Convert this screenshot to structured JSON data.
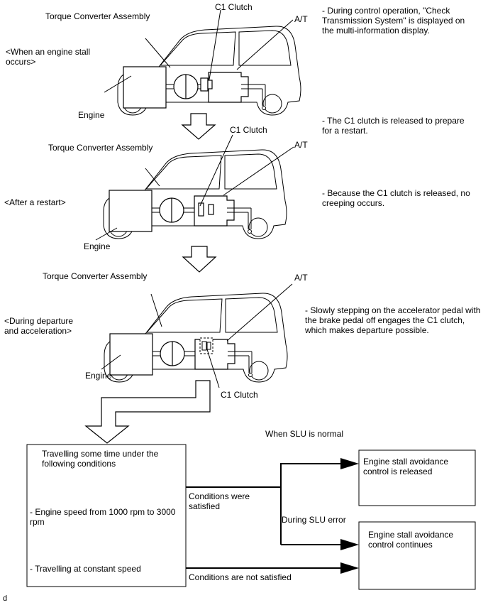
{
  "scene1": {
    "tc_label": "Torque Converter Assembly",
    "c1_label": "C1 Clutch",
    "at_label": "A/T",
    "state_label": "<When an engine stall occurs>",
    "engine_label": "Engine",
    "note": "- During control operation, \"Check Transmission System\" is displayed on the multi-information display."
  },
  "scene2": {
    "tc_label": "Torque Converter Assembly",
    "c1_label": "C1 Clutch",
    "at_label": "A/T",
    "state_label": "<After a restart>",
    "engine_label": "Engine",
    "note_top": "- The C1 clutch is released to prepare for a restart.",
    "note": "- Because the C1 clutch is released, no creeping occurs."
  },
  "scene3": {
    "tc_label": "Torque Converter Assembly",
    "c1_label": "C1 Clutch",
    "at_label": "A/T",
    "state_label": "<During departure and acceleration>",
    "engine_label": "Engine",
    "note": "- Slowly stepping on the accelerator pedal with the brake pedal off engages the C1 clutch, which makes departure possible."
  },
  "flow": {
    "conditions_title": "Travelling some time under the following conditions",
    "condition_1": "- Engine speed from 1000 rpm to 3000 rpm",
    "condition_2": "- Travelling at constant speed",
    "when_normal": "When SLU is normal",
    "satisfied": "Conditions were satisfied",
    "slu_error": "During SLU error",
    "not_satisfied": "Conditions are not satisfied",
    "result_released": "Engine stall avoidance control is released",
    "result_continues": "Engine stall avoidance control continues"
  },
  "footer_mark": "d"
}
